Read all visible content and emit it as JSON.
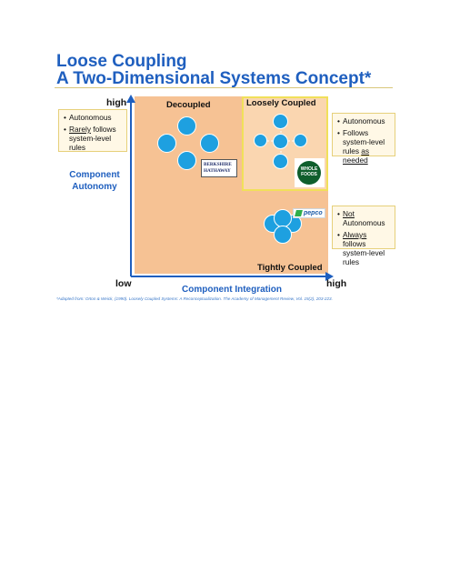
{
  "title": {
    "line1": "Loose Coupling",
    "line2": "A Two-Dimensional Systems Concept*"
  },
  "quadrants": {
    "top_left": "Decoupled",
    "top_right": "Loosely Coupled",
    "bottom_right": "Tightly Coupled"
  },
  "axes": {
    "y_label": "Component Autonomy",
    "y_high": "high",
    "x_label": "Component Integration",
    "x_low": "low",
    "x_high": "high"
  },
  "notes": {
    "left": [
      {
        "parts": [
          "Autonomous"
        ]
      },
      {
        "underline": "Rarely",
        "rest": " follows system-level rules"
      }
    ],
    "right_top": [
      {
        "text": "Autonomous"
      },
      {
        "text": "Follows system-level rules ",
        "underline": "as needed"
      }
    ],
    "right_bottom": [
      {
        "underline": "Not",
        "rest": " Autonomous"
      },
      {
        "underline": "Always",
        "rest": " follows system-level rules"
      }
    ]
  },
  "logos": {
    "berkshire_line1": "BERKSHIRE",
    "berkshire_line2": "HATHAWAY",
    "whole_foods_line1": "WHOLE",
    "whole_foods_line2": "FOODS",
    "pepco": "pepco"
  },
  "footnote": "*Adapted from: Orton & Weick, (1990). Loosely Coupled Systems: A Reconceptualization. The Academy of Management Review, Vol. 15(2), 203-223.",
  "colors": {
    "title": "#1f5fbf",
    "panel": "#f6c294",
    "loosely_box": "#fad6b0",
    "loosely_border": "#f1e05a",
    "circle": "#1ea0e0",
    "axis": "#1f5fbf"
  }
}
